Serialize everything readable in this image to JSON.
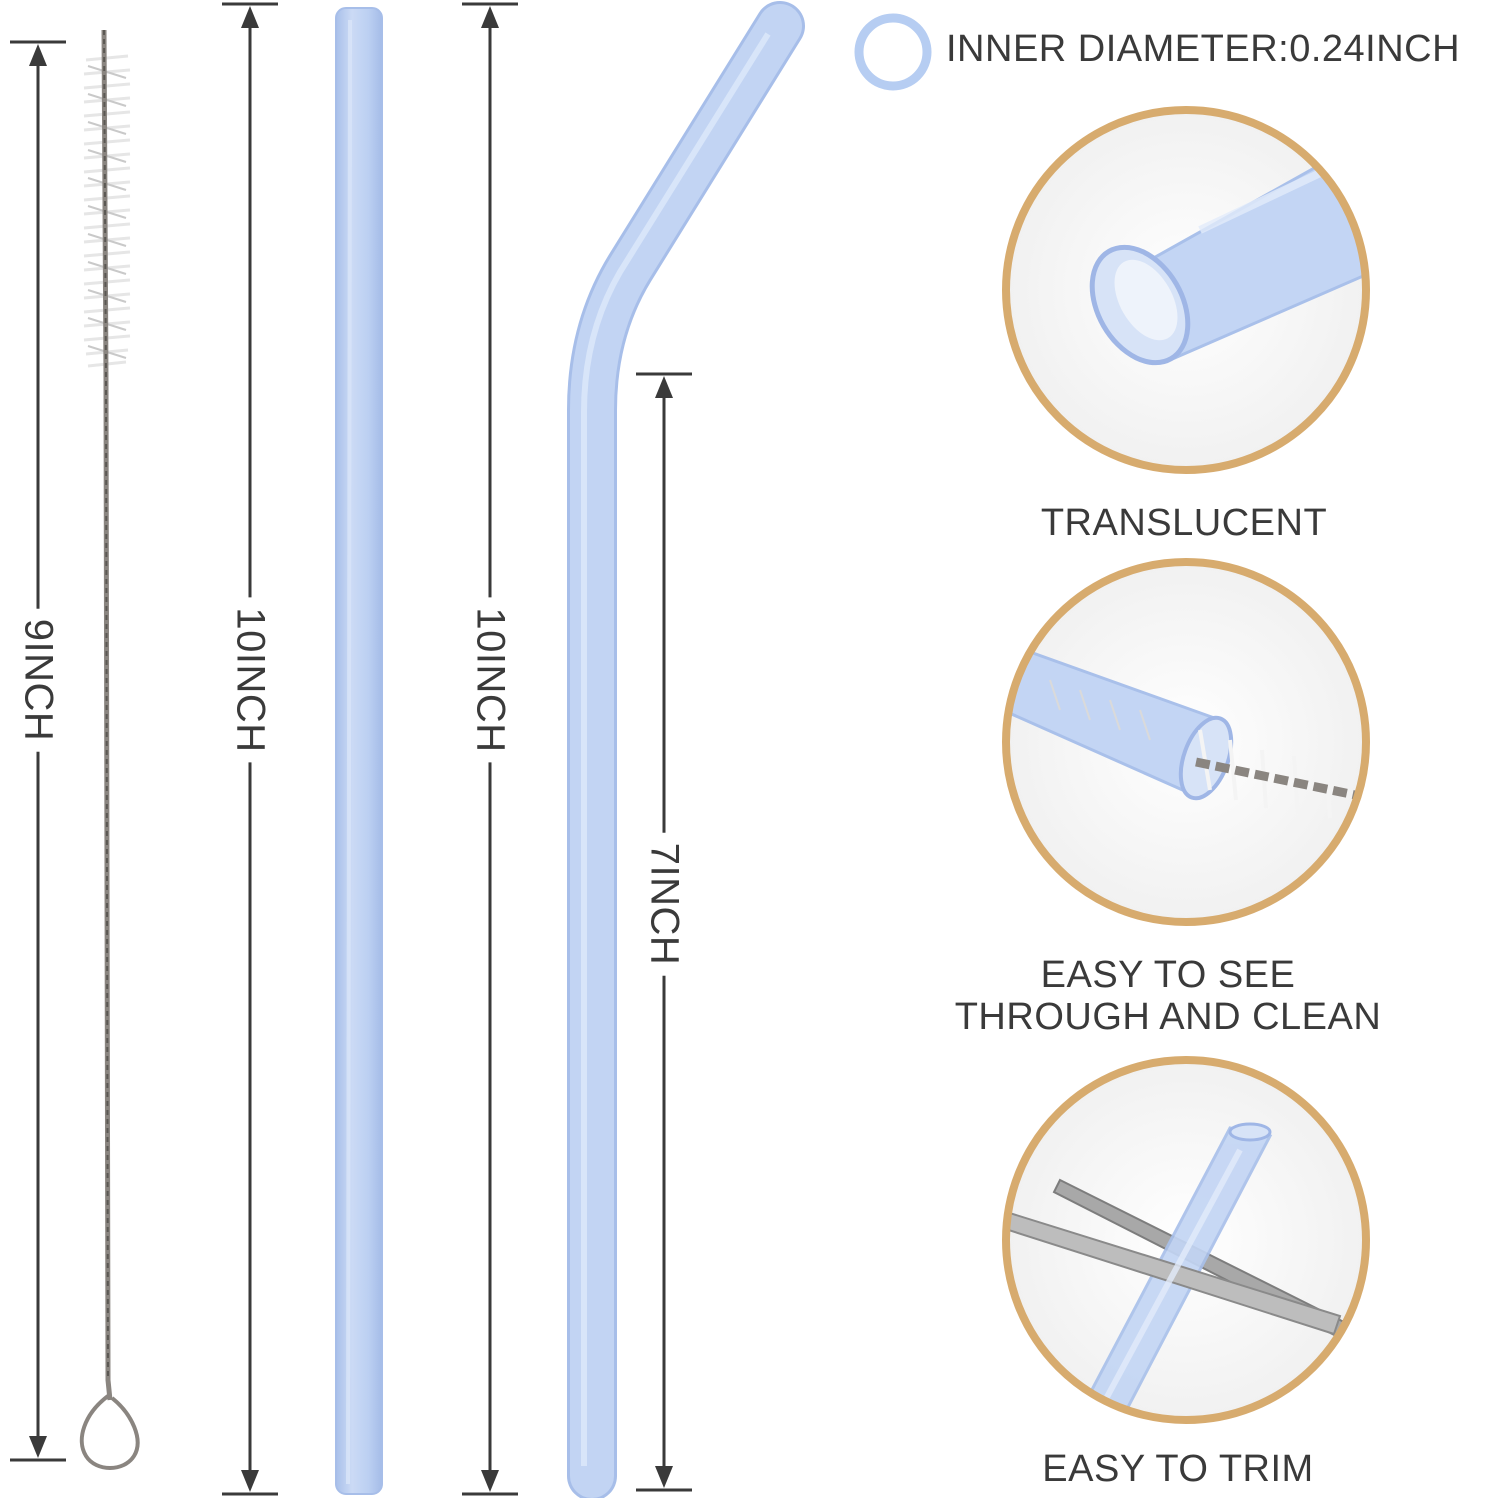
{
  "dimensions": {
    "brush_length": "9INCH",
    "straight_straw_length": "10INCH",
    "bent_straw_length": "10INCH",
    "bent_section_length": "7INCH"
  },
  "inner_diameter": "INNER DIAMETER:0.24INCH",
  "features": [
    {
      "caption_lines": [
        "TRANSLUCENT"
      ]
    },
    {
      "caption_lines": [
        "EASY TO SEE",
        "THROUGH AND CLEAN"
      ]
    },
    {
      "caption_lines": [
        "EASY TO TRIM"
      ]
    }
  ],
  "colors": {
    "straw_blue": "#b9cdf0",
    "straw_edge": "#a7bee9",
    "circle_ring": "#d7ab6e",
    "dimension_line": "#3a3a3a",
    "brush_wire": "#8a8580",
    "text": "#3a3a3a"
  }
}
